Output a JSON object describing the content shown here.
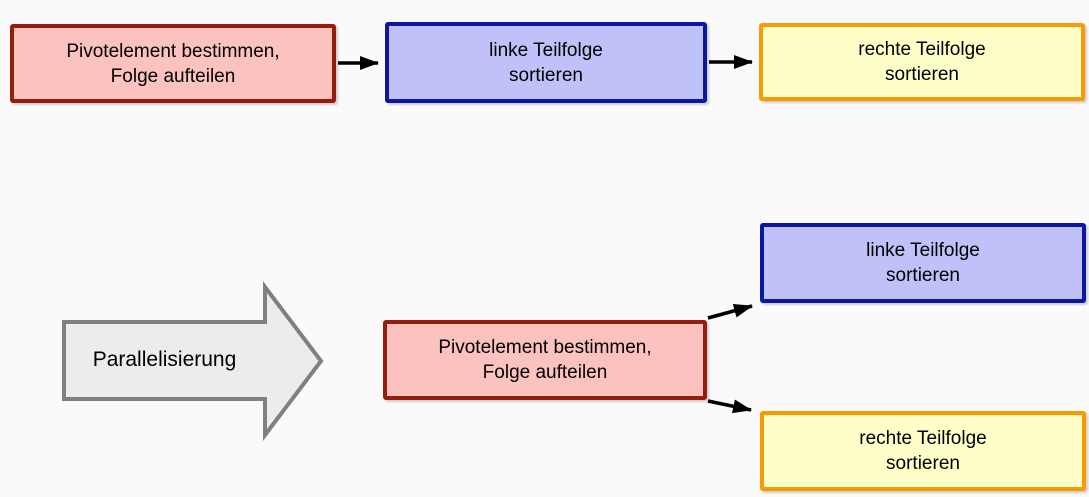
{
  "colors": {
    "canvas-bg": "#fafafa",
    "pivot-border": "#951d0b",
    "pivot-fill": "#fbc2c0",
    "left-border": "#0c17a1",
    "left-fill": "#c1c1fa",
    "right-border": "#f99a02",
    "right-fill": "#feffc8",
    "big-arrow-fill": "#ececec",
    "big-arrow-border": "#808080",
    "connector": "#000000",
    "text": "#000000"
  },
  "sequential_flow": {
    "pivot_box": {
      "line1": "Pivotelement bestimmen,",
      "line2": "Folge aufteilen"
    },
    "left_box": {
      "line1": "linke Teilfolge",
      "line2": "sortieren"
    },
    "right_box": {
      "line1": "rechte Teilfolge",
      "line2": "sortieren"
    }
  },
  "parallelization_arrow": {
    "label": "Parallelisierung"
  },
  "parallel_flow": {
    "pivot_box": {
      "line1": "Pivotelement bestimmen,",
      "line2": "Folge aufteilen"
    },
    "left_box": {
      "line1": "linke Teilfolge",
      "line2": "sortieren"
    },
    "right_box": {
      "line1": "rechte Teilfolge",
      "line2": "sortieren"
    }
  }
}
